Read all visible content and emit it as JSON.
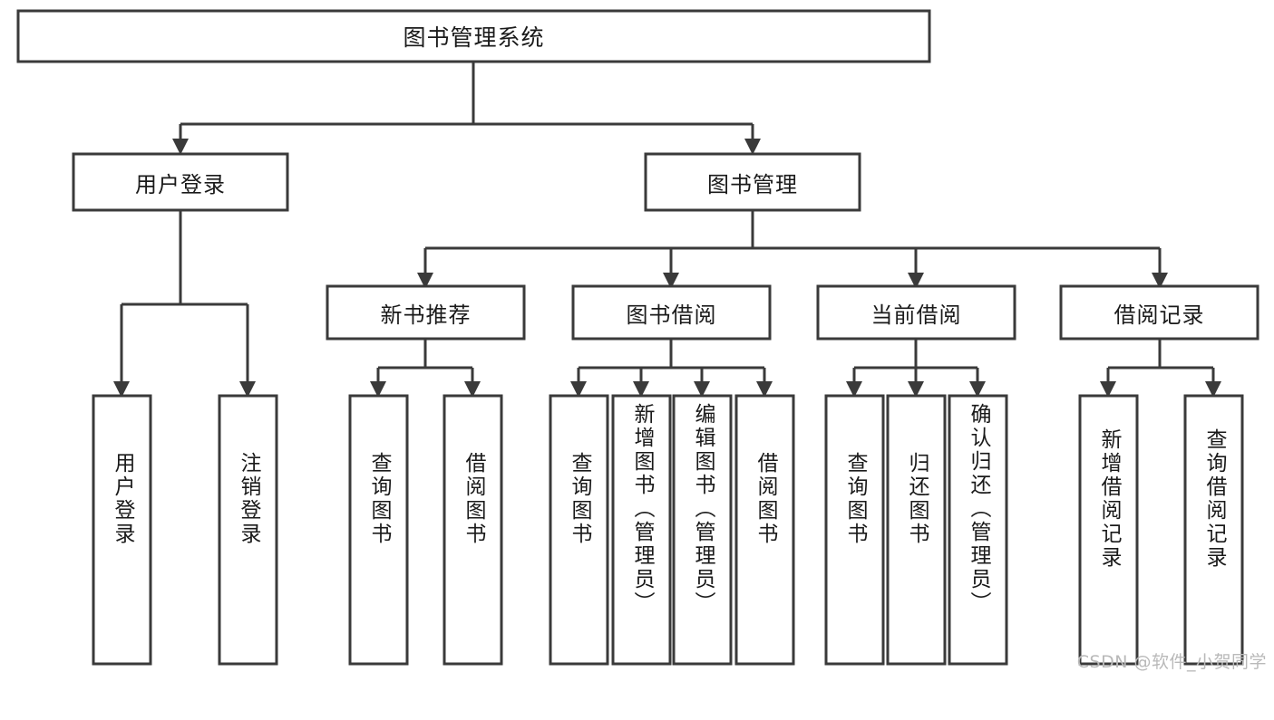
{
  "diagram": {
    "title": "图书管理系统",
    "watermark": "CSDN @软件_小贺同学",
    "colors": {
      "stroke": "#3a3a3a",
      "fill": "#ffffff",
      "text": "#1a1a1a",
      "watermark": "#b9b9b9",
      "background": "#ffffff"
    },
    "root": {
      "label": "图书管理系统"
    },
    "level2": [
      {
        "label": "用户登录"
      },
      {
        "label": "图书管理"
      }
    ],
    "level3": [
      {
        "label": "新书推荐"
      },
      {
        "label": "图书借阅"
      },
      {
        "label": "当前借阅"
      },
      {
        "label": "借阅记录"
      }
    ],
    "leaves": {
      "user_login": [
        {
          "label": "用户登录"
        },
        {
          "label": "注销登录"
        }
      ],
      "new_book_recommend": [
        {
          "label": "查询图书"
        },
        {
          "label": "借阅图书"
        }
      ],
      "book_borrow": [
        {
          "label": "查询图书"
        },
        {
          "label": "新增图书（管理员）"
        },
        {
          "label": "编辑图书（管理员）"
        },
        {
          "label": "借阅图书"
        }
      ],
      "current_borrow": [
        {
          "label": "查询图书"
        },
        {
          "label": "归还图书"
        },
        {
          "label": "确认归还（管理员）"
        }
      ],
      "borrow_record": [
        {
          "label": "新增借阅记录"
        },
        {
          "label": "查询借阅记录"
        }
      ]
    }
  }
}
